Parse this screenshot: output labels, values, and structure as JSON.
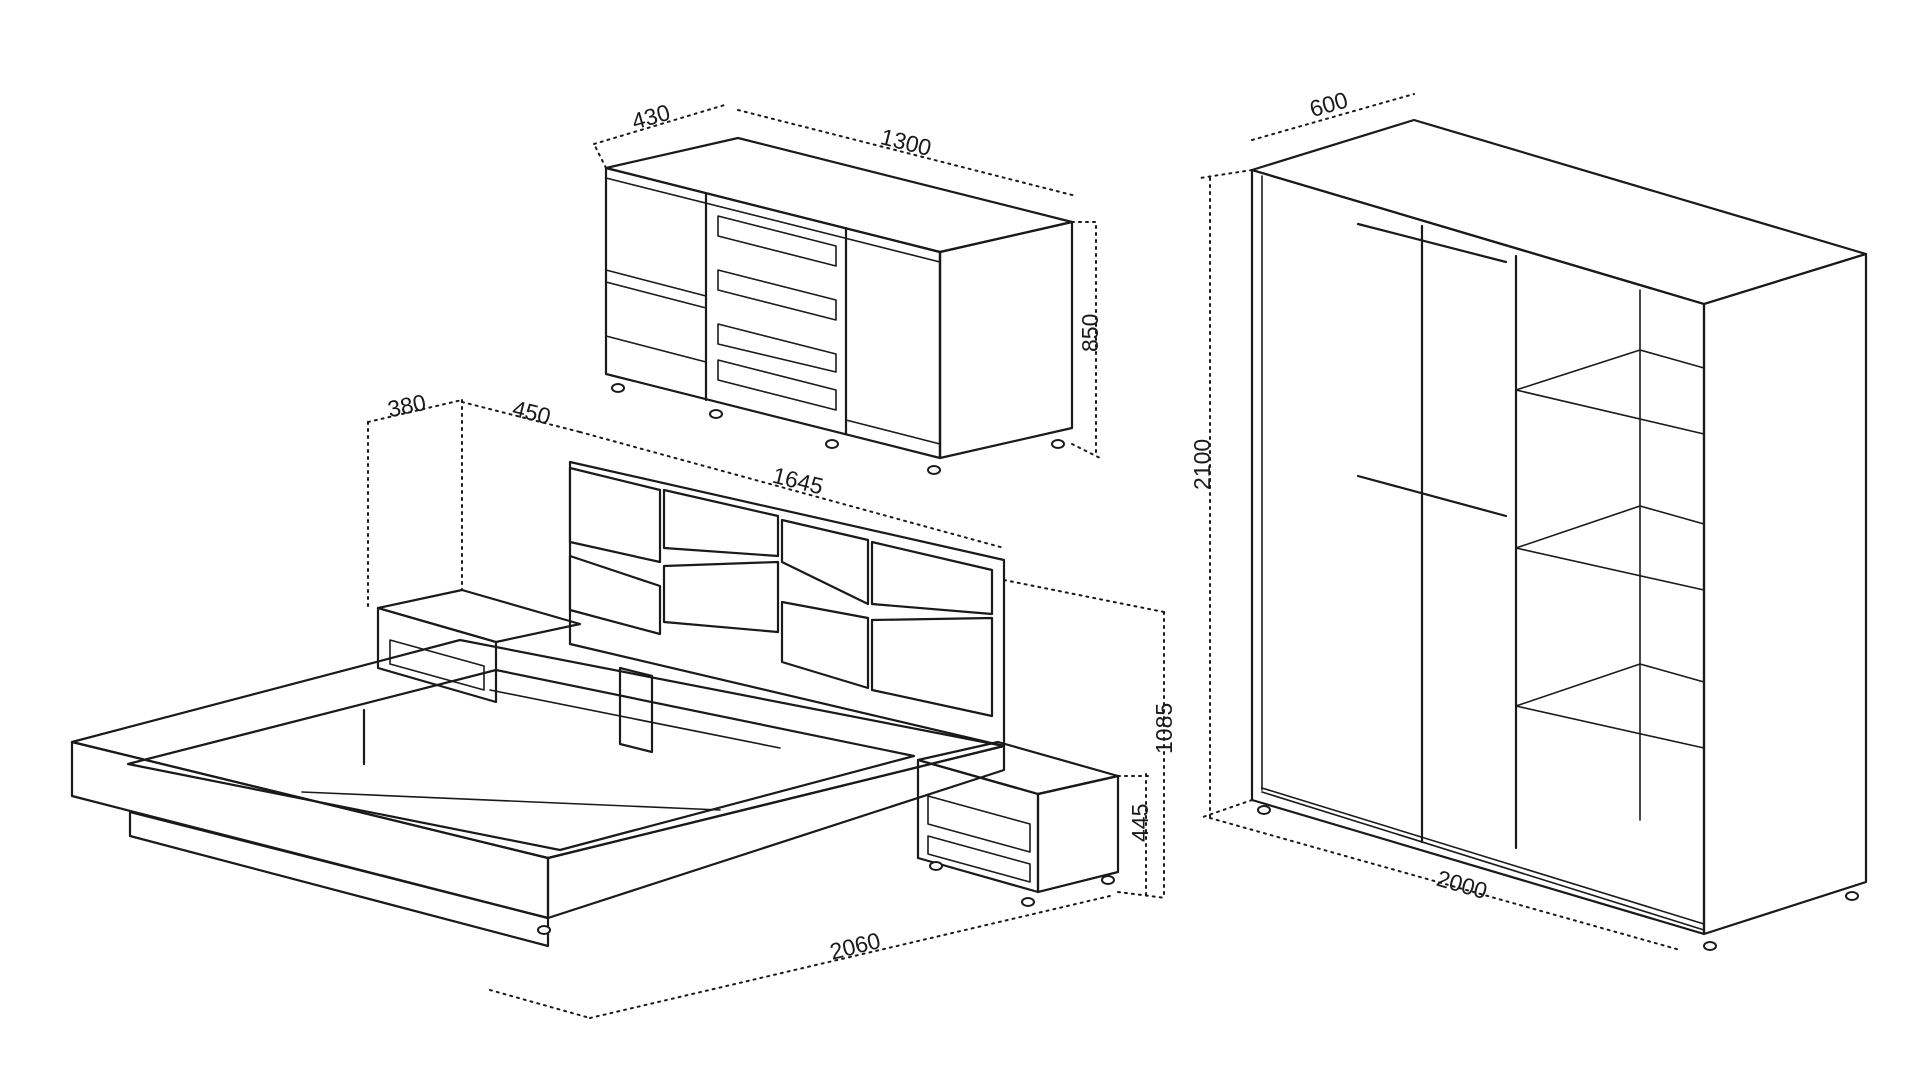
{
  "dimensions": {
    "dresser_depth": "430",
    "dresser_width": "1300",
    "dresser_height": "850",
    "nightstand_depth": "380",
    "nightstand_width": "450",
    "headboard_width": "1645",
    "bed_height": "1085",
    "nightstand_height": "445",
    "bed_length": "2060",
    "wardrobe_depth": "600",
    "wardrobe_height": "2100",
    "wardrobe_width": "2000"
  }
}
